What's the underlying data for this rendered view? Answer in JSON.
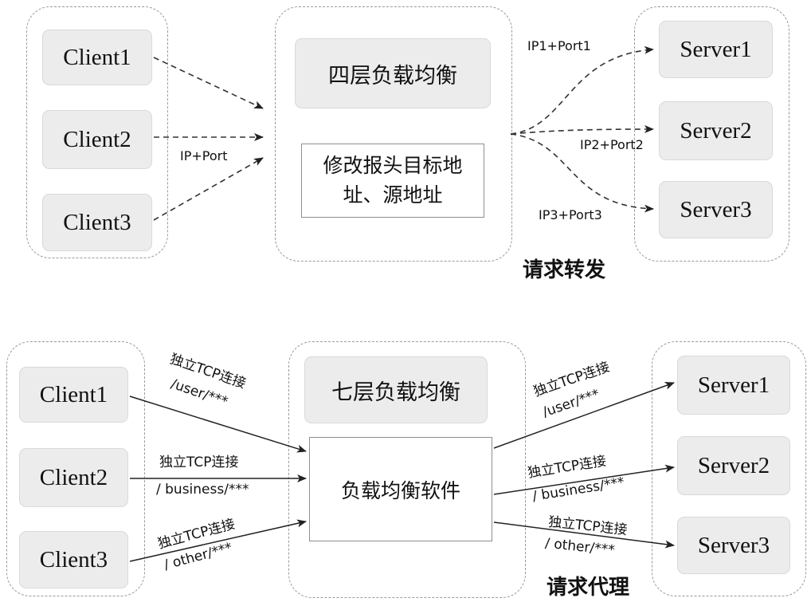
{
  "top": {
    "clients": [
      "Client1",
      "Client2",
      "Client3"
    ],
    "balancer_title": "四层负载均衡",
    "balancer_action": "修改报头目标地址、源地址",
    "servers": [
      "Server1",
      "Server2",
      "Server3"
    ],
    "client_edge_label": "IP+Port",
    "server_edge_labels": [
      "IP1+Port1",
      "IP2+Port2",
      "IP3+Port3"
    ],
    "caption": "请求转发"
  },
  "bottom": {
    "clients": [
      "Client1",
      "Client2",
      "Client3"
    ],
    "balancer_title": "七层负载均衡",
    "balancer_software": "负载均衡软件",
    "servers": [
      "Server1",
      "Server2",
      "Server3"
    ],
    "connection_label": "独立TCP连接",
    "paths": [
      "/user/***",
      "/ business/***",
      "/ other/***"
    ],
    "caption": "请求代理"
  }
}
